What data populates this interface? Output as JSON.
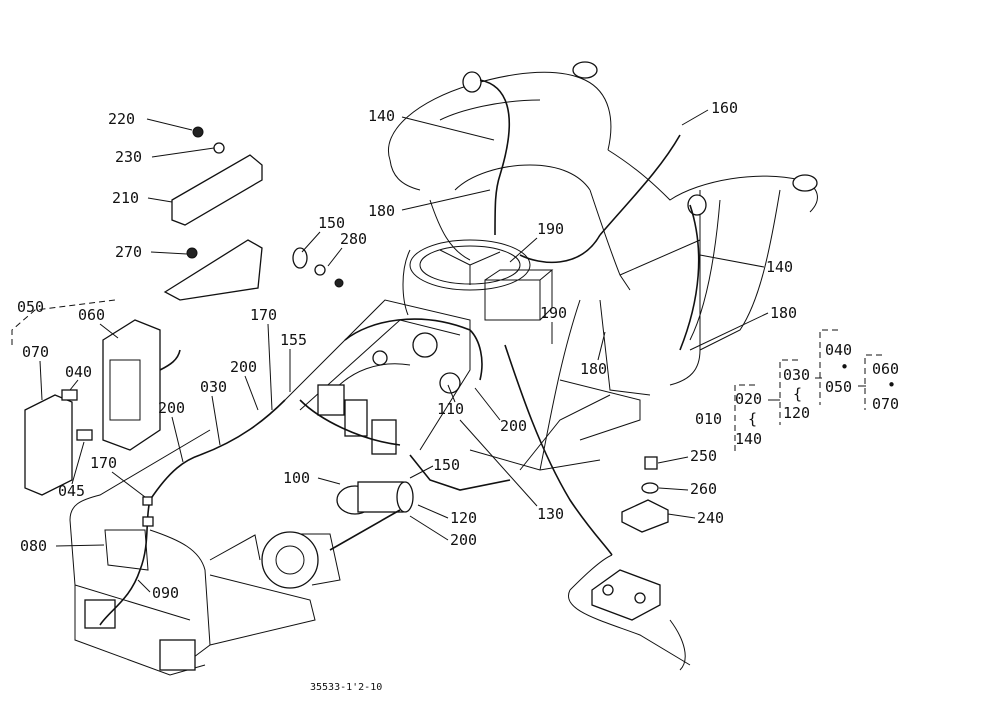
{
  "callouts": {
    "c220": "220",
    "c230": "230",
    "c210": "210",
    "c270": "270",
    "c150a": "150",
    "c280": "280",
    "c050": "050",
    "c060": "060",
    "c070": "070",
    "c040": "040",
    "c045": "045",
    "c170a": "170",
    "c155": "155",
    "c200a": "200",
    "c030": "030",
    "c200b": "200",
    "c170b": "170",
    "c080": "080",
    "c090": "090",
    "c140a": "140",
    "c180a": "180",
    "c190a": "190",
    "c160": "160",
    "c140b": "140",
    "c190b": "190",
    "c180b": "180",
    "c180c": "180",
    "c110": "110",
    "c200c": "200",
    "c100": "100",
    "c150b": "150",
    "c120": "120",
    "c130": "130",
    "c200d": "200",
    "c250": "250",
    "c260": "260",
    "c240": "240"
  },
  "legend": {
    "l010": "010",
    "l020": "020",
    "l140": "140",
    "l030": "030",
    "l120": "120",
    "l040": "040",
    "l050": "050",
    "l060": "060",
    "l070": "070",
    "dot1": "•",
    "dot2": "•",
    "tilde1": "{",
    "tilde2": "{"
  },
  "footer": {
    "drawing_no": "35533-1'2-10"
  }
}
